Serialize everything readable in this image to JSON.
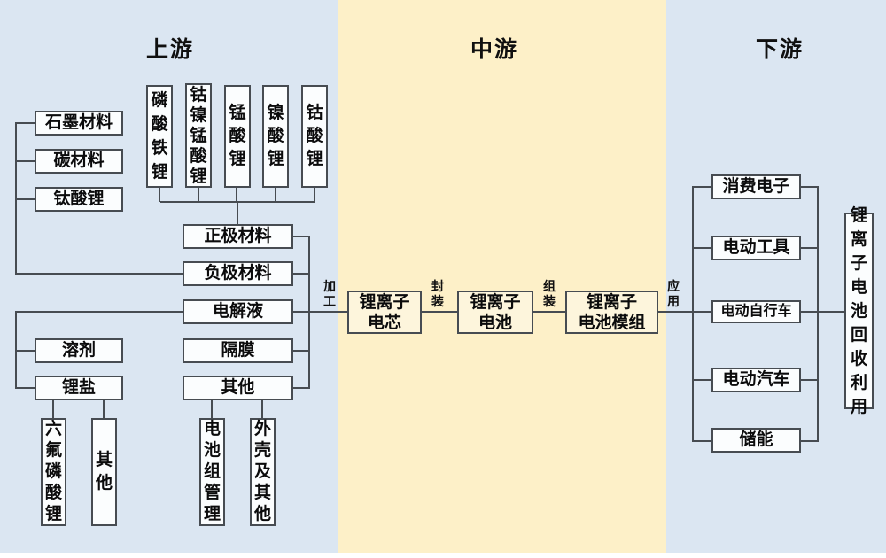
{
  "titles": {
    "upstream": "上游",
    "midstream": "中游",
    "downstream": "下游"
  },
  "upstream": {
    "anode_materials": [
      "石墨材料",
      "碳材料",
      "钛酸锂"
    ],
    "cathode_materials": [
      "磷酸铁锂",
      "钴镍锰酸锂",
      "锰酸锂",
      "镍酸锂",
      "钴酸锂"
    ],
    "components": {
      "cathode": "正极材料",
      "anode": "负极材料",
      "electrolyte": "电解液",
      "separator": "隔膜",
      "other": "其他"
    },
    "electrolyte_inputs": {
      "solvent": "溶剂",
      "lithium_salt": "锂盐"
    },
    "lithium_salt_children": [
      "六氟磷酸锂",
      "其他"
    ],
    "other_children": [
      "电池组管理",
      "外壳及其他"
    ]
  },
  "midstream": {
    "process_labels": {
      "processing": "加工",
      "packaging": "封装",
      "assembly": "组装",
      "application": "应用"
    },
    "cell": [
      "锂离子",
      "电芯"
    ],
    "battery": [
      "锂离子",
      "电池"
    ],
    "module": [
      "锂离子",
      "电池模组"
    ]
  },
  "downstream": {
    "applications": [
      "消费电子",
      "电动工具",
      "电动自行车",
      "电动汽车",
      "储能"
    ],
    "recycling": "锂离子电池回收利用"
  },
  "colors": {
    "panel_blue": "#dbe6f2",
    "panel_yellow": "#fdf0c8",
    "node_fill": "#fbfdfe",
    "midstream_node_fill": "#fdf5dc",
    "line": "#474c52",
    "text": "#0b0b0c"
  }
}
